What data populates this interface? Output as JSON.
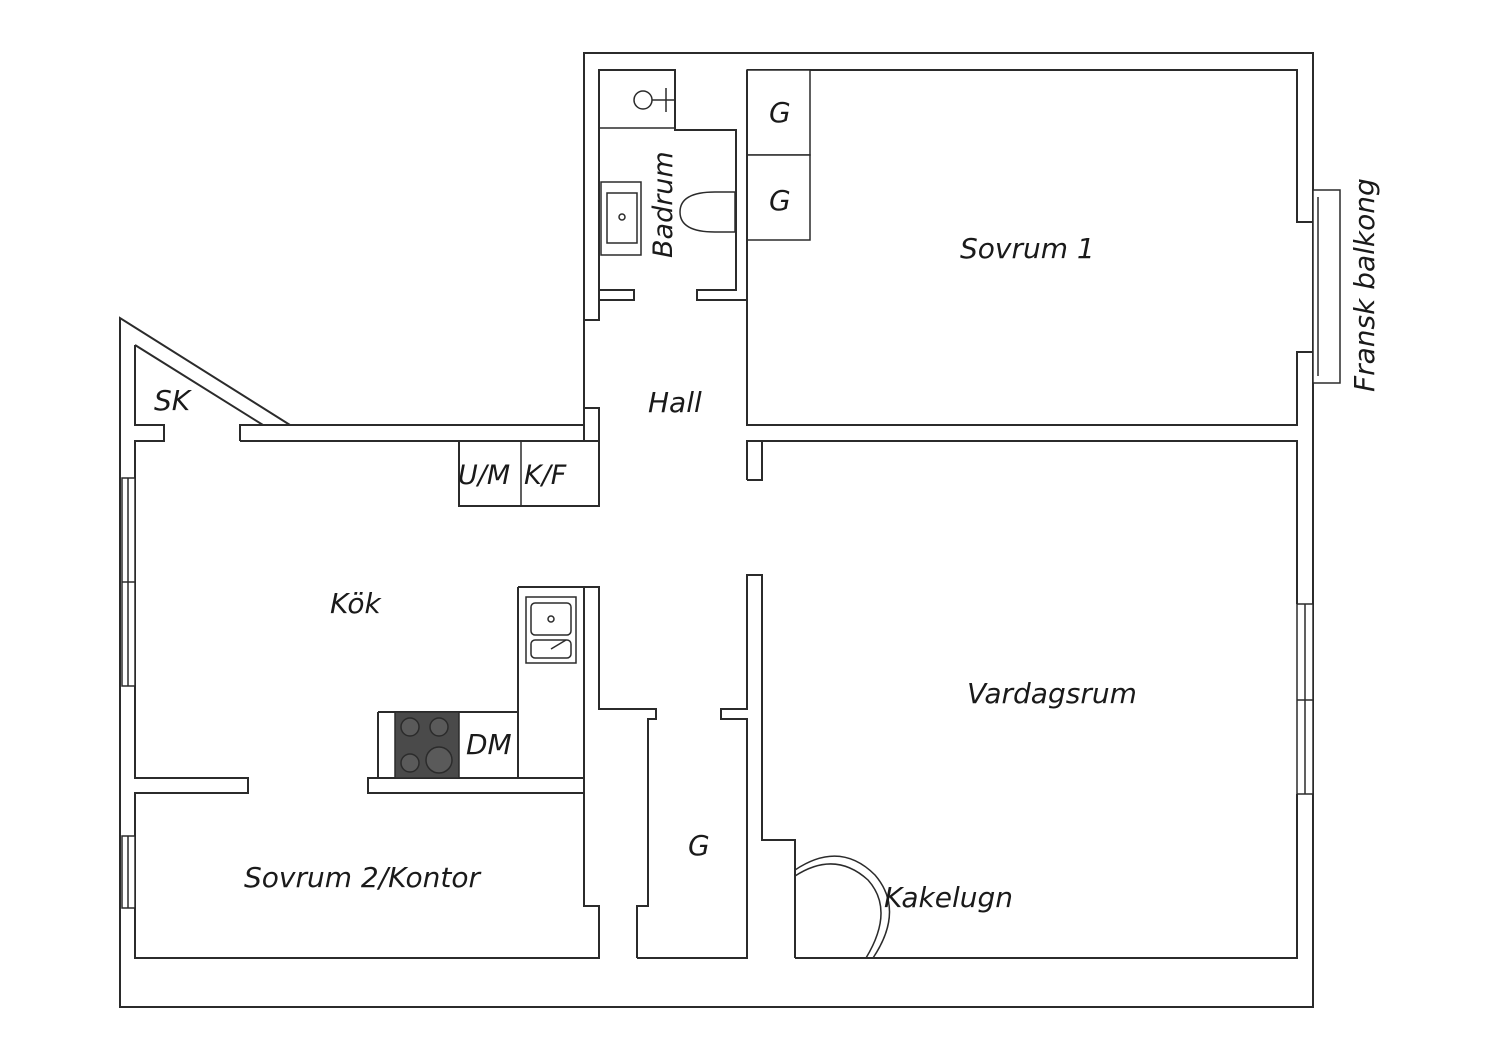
{
  "floorplan": {
    "rooms": {
      "sovrum1": "Sovrum 1",
      "badrum": "Badrum",
      "hall": "Hall",
      "kok": "Kök",
      "vardagsrum": "Vardagsrum",
      "sovrum2": "Sovrum 2/Kontor",
      "kakelugn": "Kakelugn",
      "balkong": "Fransk balkong"
    },
    "fixtures": {
      "sk": "SK",
      "um": "U/M",
      "kf": "K/F",
      "dm": "DM",
      "garderob_1": "G",
      "garderob_2": "G",
      "garderob_3": "G"
    }
  }
}
